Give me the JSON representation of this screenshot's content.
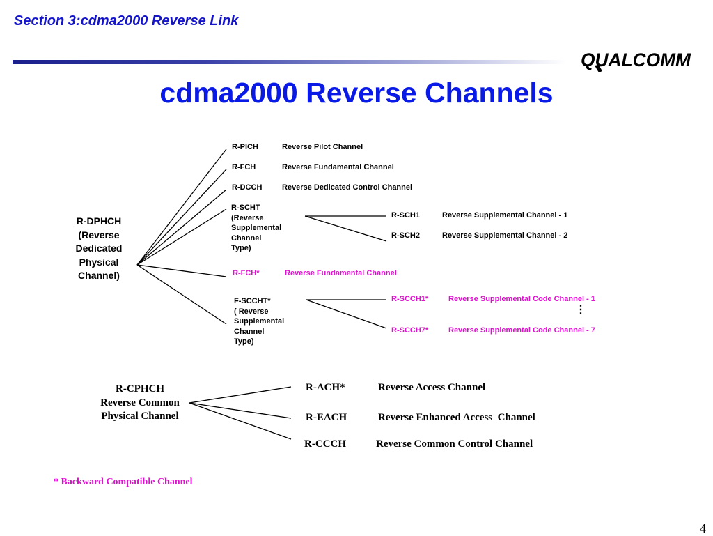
{
  "header": {
    "section_title": "Section 3:cdma2000 Reverse Link",
    "page_title": "cdma2000 Reverse Channels",
    "logo_text": "QUALCOMM"
  },
  "dedicated": {
    "root_lines": [
      "R-DPHCH",
      "(Reverse",
      "Dedicated",
      "Physical",
      "Channel)"
    ],
    "channels": [
      {
        "code": "R-PICH",
        "name": "Reverse Pilot Channel"
      },
      {
        "code": "R-FCH",
        "name": "Reverse Fundamental Channel"
      },
      {
        "code": "R-DCCH",
        "name": "Reverse Dedicated Control Channel"
      },
      {
        "code": "R-FCH*",
        "name": "Reverse Fundamental Channel"
      }
    ],
    "scht": {
      "lines": [
        "R-SCHT",
        "(Reverse",
        "Supplemental",
        "Channel",
        "Type)"
      ],
      "children": [
        {
          "code": "R-SCH1",
          "name": "Reverse Supplemental Channel - 1"
        },
        {
          "code": "R-SCH2",
          "name": "Reverse Supplemental Channel - 2"
        }
      ]
    },
    "sccht": {
      "lines": [
        "F-SCCHT*",
        "( Reverse",
        "Supplemental",
        "Channel",
        "Type)"
      ],
      "children": [
        {
          "code": "R-SCCH1*",
          "name": "Reverse Supplemental Code Channel - 1"
        },
        {
          "code": "R-SCCH7*",
          "name": "Reverse Supplemental Code Channel - 7"
        }
      ],
      "ellipsis": "⋮"
    }
  },
  "common": {
    "root_lines": [
      "R-CPHCH",
      "Reverse Common",
      "Physical Channel"
    ],
    "channels": [
      {
        "code": "R-ACH*",
        "name": "Reverse Access Channel"
      },
      {
        "code": "R-EACH",
        "name": "Reverse Enhanced Access  Channel"
      },
      {
        "code": "R-CCCH",
        "name": "Reverse Common Control Channel"
      }
    ]
  },
  "footnote": "* Backward Compatible Channel",
  "page_number": "4",
  "colors": {
    "title_blue": "#0a1ae6",
    "section_blue": "#1414c8",
    "magenta": "#e010d0",
    "line": "#000000"
  }
}
